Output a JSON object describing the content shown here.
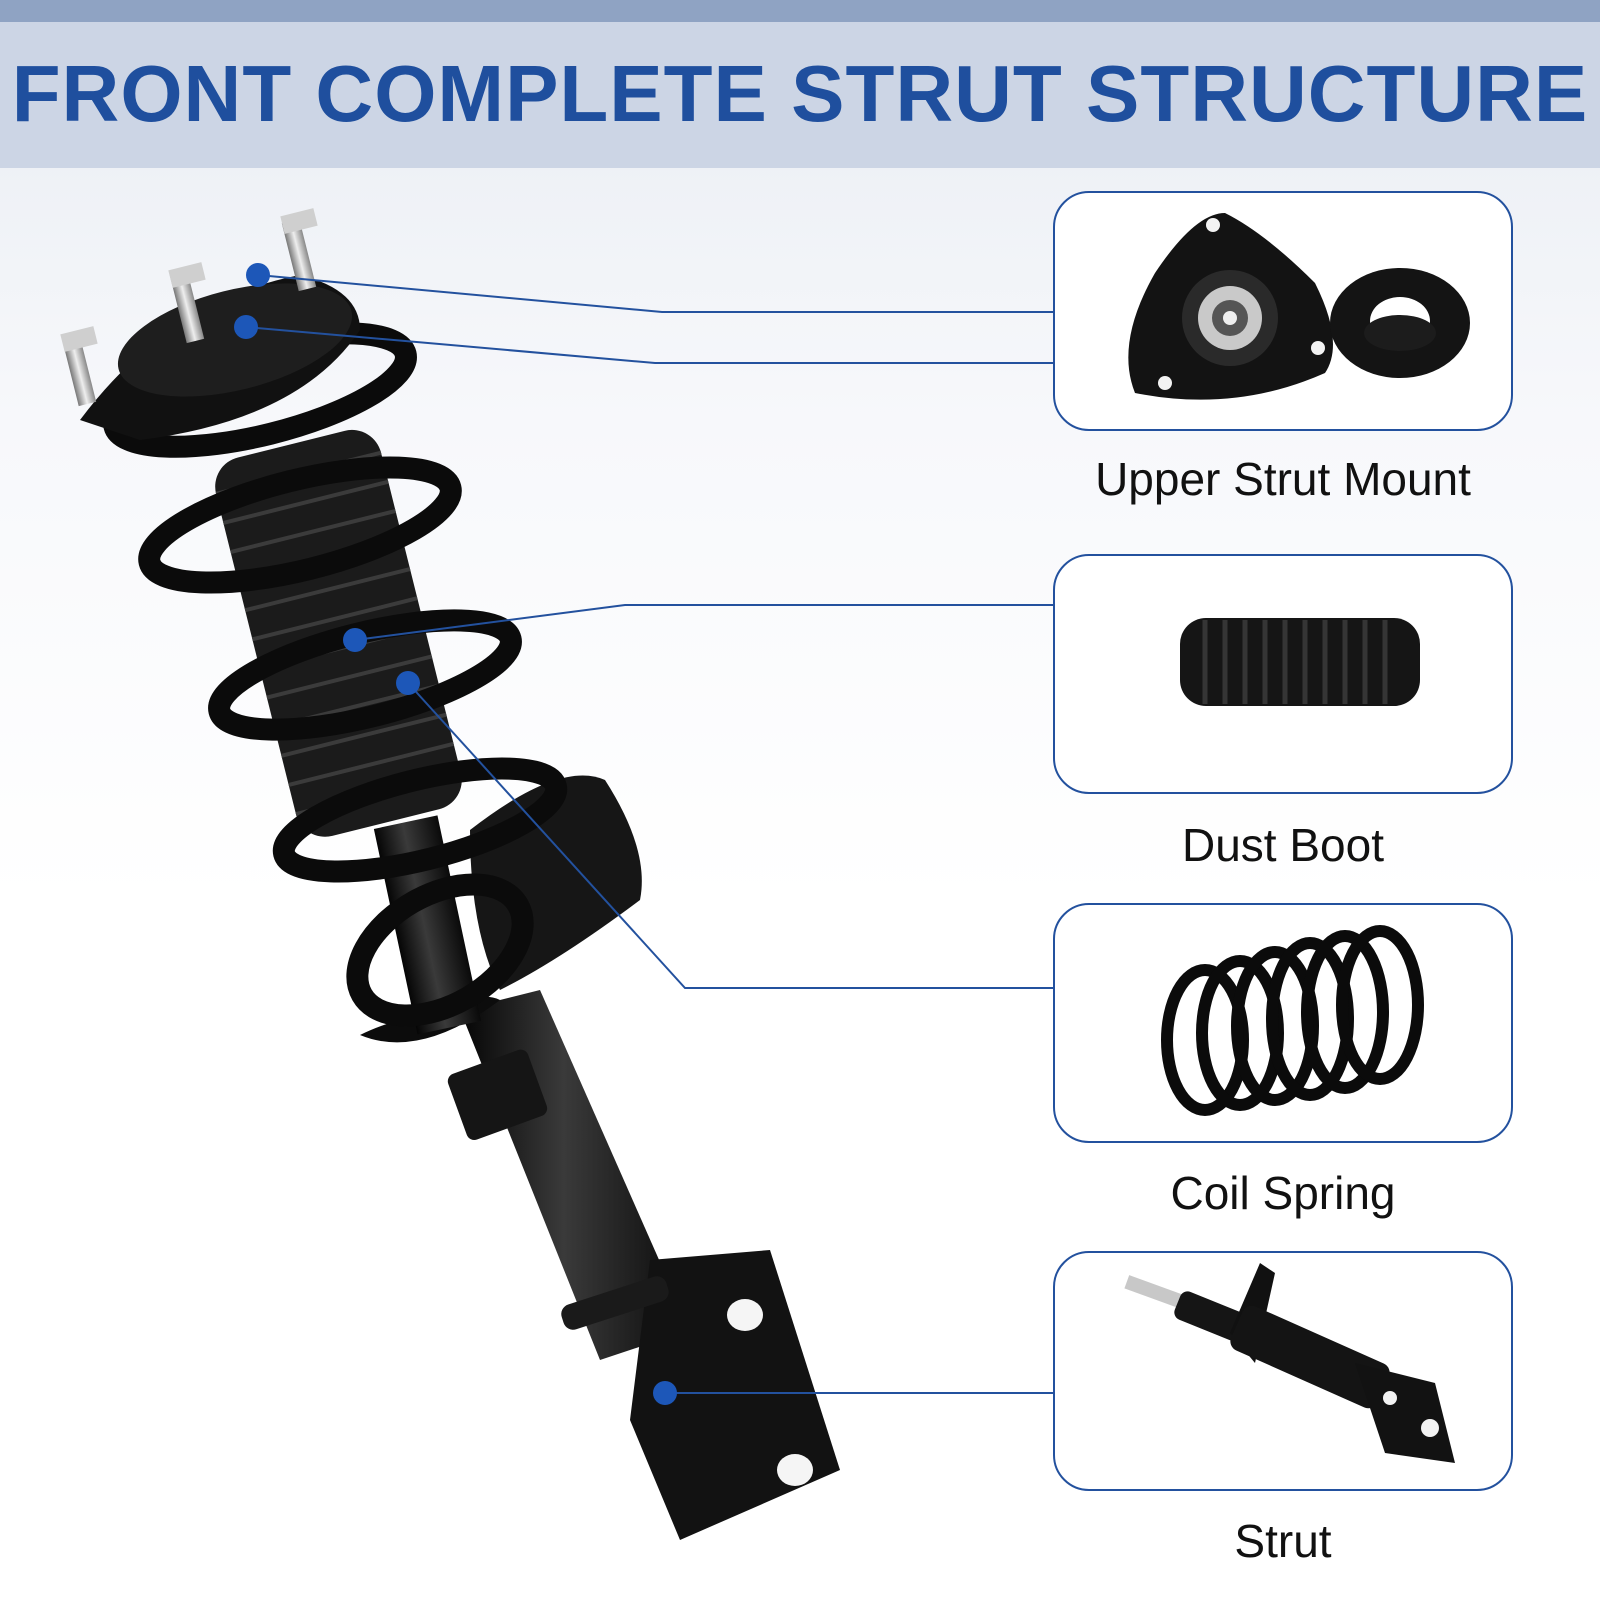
{
  "title": "FRONT COMPLETE STRUT STRUCTURE",
  "colors": {
    "title_text": "#1f4f9e",
    "title_band": "#ccd5e5",
    "callout_line": "#23519e",
    "callout_dot": "#1d57b8",
    "part_black": "#111111"
  },
  "parts": [
    {
      "label": "Upper Strut Mount",
      "icon": "upper-strut-mount-icon"
    },
    {
      "label": "Dust Boot",
      "icon": "dust-boot-icon"
    },
    {
      "label": "Coil Spring",
      "icon": "coil-spring-icon"
    },
    {
      "label": "Strut",
      "icon": "strut-icon"
    }
  ]
}
